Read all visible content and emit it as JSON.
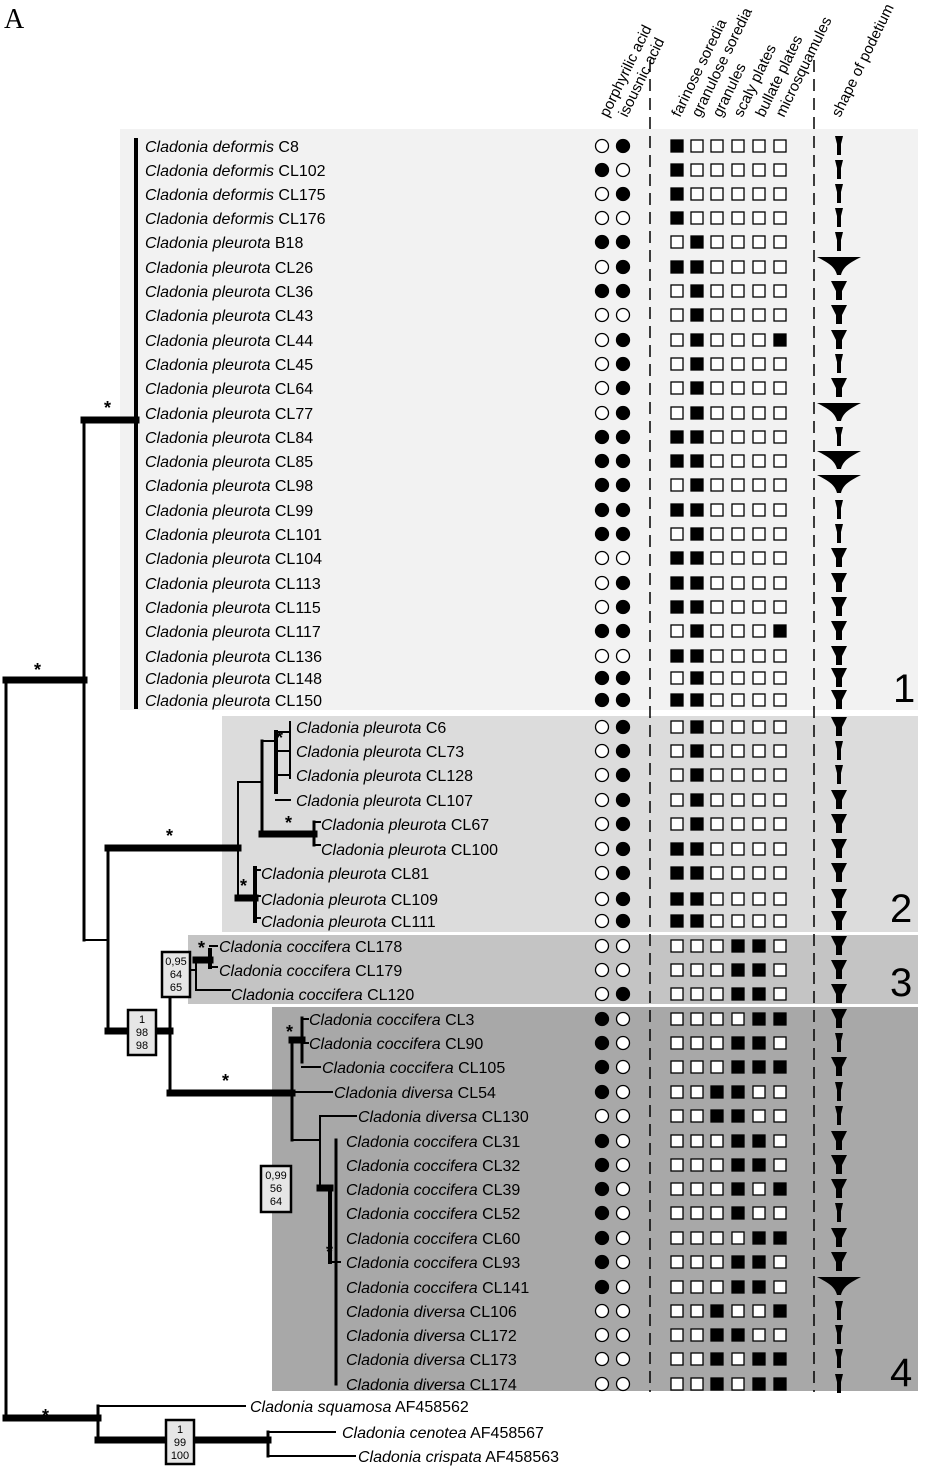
{
  "panel_label": "A",
  "trait_headers": [
    "porphyrilic acid",
    "isousnic acid",
    "farinose soredia",
    "granulose soredia",
    "granules",
    "scaly plates",
    "bullate plates",
    "microsquamules",
    "shape of podetium"
  ],
  "clade_labels": [
    "1",
    "2",
    "3",
    "4"
  ],
  "support_star": "*",
  "support_boxes": [
    {
      "lines": [
        "0,95",
        "64",
        "65"
      ]
    },
    {
      "lines": [
        "1",
        "98",
        "98"
      ]
    },
    {
      "lines": [
        "0,99",
        "56",
        "64"
      ]
    },
    {
      "lines": [
        "1",
        "99",
        "100"
      ]
    }
  ],
  "taxa": [
    {
      "genus": "Cladonia",
      "species": "deformis",
      "code": "C8",
      "acids": [
        0,
        1
      ],
      "traits": [
        1,
        0,
        0,
        0,
        0,
        0
      ],
      "shape": "narrow"
    },
    {
      "genus": "Cladonia",
      "species": "deformis",
      "code": "CL102",
      "acids": [
        1,
        0
      ],
      "traits": [
        1,
        0,
        0,
        0,
        0,
        0
      ],
      "shape": "narrow"
    },
    {
      "genus": "Cladonia",
      "species": "deformis",
      "code": "CL175",
      "acids": [
        0,
        1
      ],
      "traits": [
        1,
        0,
        0,
        0,
        0,
        0
      ],
      "shape": "narrow"
    },
    {
      "genus": "Cladonia",
      "species": "deformis",
      "code": "CL176",
      "acids": [
        0,
        0
      ],
      "traits": [
        1,
        0,
        0,
        0,
        0,
        0
      ],
      "shape": "narrow"
    },
    {
      "genus": "Cladonia",
      "species": "pleurota",
      "code": "B18",
      "acids": [
        1,
        1
      ],
      "traits": [
        0,
        1,
        0,
        0,
        0,
        0
      ],
      "shape": "narrow"
    },
    {
      "genus": "Cladonia",
      "species": "pleurota",
      "code": "CL26",
      "acids": [
        0,
        1
      ],
      "traits": [
        1,
        1,
        0,
        0,
        0,
        0
      ],
      "shape": "wide"
    },
    {
      "genus": "Cladonia",
      "species": "pleurota",
      "code": "CL36",
      "acids": [
        1,
        1
      ],
      "traits": [
        0,
        1,
        0,
        0,
        0,
        0
      ],
      "shape": "cup"
    },
    {
      "genus": "Cladonia",
      "species": "pleurota",
      "code": "CL43",
      "acids": [
        0,
        0
      ],
      "traits": [
        0,
        1,
        0,
        0,
        0,
        0
      ],
      "shape": "cup"
    },
    {
      "genus": "Cladonia",
      "species": "pleurota",
      "code": "CL44",
      "acids": [
        0,
        1
      ],
      "traits": [
        0,
        1,
        0,
        0,
        0,
        1
      ],
      "shape": "cup"
    },
    {
      "genus": "Cladonia",
      "species": "pleurota",
      "code": "CL45",
      "acids": [
        0,
        1
      ],
      "traits": [
        0,
        1,
        0,
        0,
        0,
        0
      ],
      "shape": "narrow"
    },
    {
      "genus": "Cladonia",
      "species": "pleurota",
      "code": "CL64",
      "acids": [
        0,
        1
      ],
      "traits": [
        0,
        1,
        0,
        0,
        0,
        0
      ],
      "shape": "cup"
    },
    {
      "genus": "Cladonia",
      "species": "pleurota",
      "code": "CL77",
      "acids": [
        0,
        1
      ],
      "traits": [
        0,
        1,
        0,
        0,
        0,
        0
      ],
      "shape": "wide"
    },
    {
      "genus": "Cladonia",
      "species": "pleurota",
      "code": "CL84",
      "acids": [
        1,
        1
      ],
      "traits": [
        1,
        1,
        0,
        0,
        0,
        0
      ],
      "shape": "narrow"
    },
    {
      "genus": "Cladonia",
      "species": "pleurota",
      "code": "CL85",
      "acids": [
        1,
        1
      ],
      "traits": [
        1,
        1,
        0,
        0,
        0,
        0
      ],
      "shape": "wide"
    },
    {
      "genus": "Cladonia",
      "species": "pleurota",
      "code": "CL98",
      "acids": [
        1,
        1
      ],
      "traits": [
        0,
        1,
        0,
        0,
        0,
        0
      ],
      "shape": "wide"
    },
    {
      "genus": "Cladonia",
      "species": "pleurota",
      "code": "CL99",
      "acids": [
        1,
        1
      ],
      "traits": [
        1,
        1,
        0,
        0,
        0,
        0
      ],
      "shape": "narrow"
    },
    {
      "genus": "Cladonia",
      "species": "pleurota",
      "code": "CL101",
      "acids": [
        1,
        1
      ],
      "traits": [
        0,
        1,
        0,
        0,
        0,
        0
      ],
      "shape": "narrow"
    },
    {
      "genus": "Cladonia",
      "species": "pleurota",
      "code": "CL104",
      "acids": [
        0,
        0
      ],
      "traits": [
        1,
        1,
        0,
        0,
        0,
        0
      ],
      "shape": "cup"
    },
    {
      "genus": "Cladonia",
      "species": "pleurota",
      "code": "CL113",
      "acids": [
        0,
        1
      ],
      "traits": [
        1,
        1,
        0,
        0,
        0,
        0
      ],
      "shape": "cup"
    },
    {
      "genus": "Cladonia",
      "species": "pleurota",
      "code": "CL115",
      "acids": [
        0,
        1
      ],
      "traits": [
        1,
        1,
        0,
        0,
        0,
        0
      ],
      "shape": "cup"
    },
    {
      "genus": "Cladonia",
      "species": "pleurota",
      "code": "CL117",
      "acids": [
        1,
        1
      ],
      "traits": [
        0,
        1,
        0,
        0,
        0,
        1
      ],
      "shape": "cup"
    },
    {
      "genus": "Cladonia",
      "species": "pleurota",
      "code": "CL136",
      "acids": [
        0,
        0
      ],
      "traits": [
        1,
        1,
        0,
        0,
        0,
        0
      ],
      "shape": "cup"
    },
    {
      "genus": "Cladonia",
      "species": "pleurota",
      "code": "CL148",
      "acids": [
        1,
        1
      ],
      "traits": [
        0,
        1,
        0,
        0,
        0,
        0
      ],
      "shape": "cup"
    },
    {
      "genus": "Cladonia",
      "species": "pleurota",
      "code": "CL150",
      "acids": [
        1,
        1
      ],
      "traits": [
        1,
        1,
        0,
        0,
        0,
        0
      ],
      "shape": "cup"
    },
    {
      "genus": "Cladonia",
      "species": "pleurota",
      "code": "C6",
      "acids": [
        0,
        1
      ],
      "traits": [
        0,
        1,
        0,
        0,
        0,
        0
      ],
      "shape": "cup"
    },
    {
      "genus": "Cladonia",
      "species": "pleurota",
      "code": "CL73",
      "acids": [
        0,
        1
      ],
      "traits": [
        0,
        1,
        0,
        0,
        0,
        0
      ],
      "shape": "narrow"
    },
    {
      "genus": "Cladonia",
      "species": "pleurota",
      "code": "CL128",
      "acids": [
        0,
        1
      ],
      "traits": [
        0,
        1,
        0,
        0,
        0,
        0
      ],
      "shape": "narrow"
    },
    {
      "genus": "Cladonia",
      "species": "pleurota",
      "code": "CL107",
      "acids": [
        0,
        1
      ],
      "traits": [
        0,
        1,
        0,
        0,
        0,
        0
      ],
      "shape": "cup"
    },
    {
      "genus": "Cladonia",
      "species": "pleurota",
      "code": "CL67",
      "acids": [
        0,
        1
      ],
      "traits": [
        0,
        1,
        0,
        0,
        0,
        0
      ],
      "shape": "cup"
    },
    {
      "genus": "Cladonia",
      "species": "pleurota",
      "code": "CL100",
      "acids": [
        0,
        1
      ],
      "traits": [
        1,
        1,
        0,
        0,
        0,
        0
      ],
      "shape": "cup"
    },
    {
      "genus": "Cladonia",
      "species": "pleurota",
      "code": "CL81",
      "acids": [
        0,
        1
      ],
      "traits": [
        1,
        1,
        0,
        0,
        0,
        0
      ],
      "shape": "cup"
    },
    {
      "genus": "Cladonia",
      "species": "pleurota",
      "code": "CL109",
      "acids": [
        0,
        1
      ],
      "traits": [
        1,
        1,
        0,
        0,
        0,
        0
      ],
      "shape": "cup"
    },
    {
      "genus": "Cladonia",
      "species": "pleurota",
      "code": "CL111",
      "acids": [
        0,
        1
      ],
      "traits": [
        1,
        1,
        0,
        0,
        0,
        0
      ],
      "shape": "cup"
    },
    {
      "genus": "Cladonia",
      "species": "coccifera",
      "code": "CL178",
      "acids": [
        0,
        0
      ],
      "traits": [
        0,
        0,
        0,
        1,
        1,
        0
      ],
      "shape": "cup"
    },
    {
      "genus": "Cladonia",
      "species": "coccifera",
      "code": "CL179",
      "acids": [
        0,
        0
      ],
      "traits": [
        0,
        0,
        0,
        1,
        1,
        0
      ],
      "shape": "cup"
    },
    {
      "genus": "Cladonia",
      "species": "coccifera",
      "code": "CL120",
      "acids": [
        0,
        1
      ],
      "traits": [
        0,
        0,
        0,
        1,
        1,
        0
      ],
      "shape": "cup"
    },
    {
      "genus": "Cladonia",
      "species": "coccifera",
      "code": "CL3",
      "acids": [
        1,
        0
      ],
      "traits": [
        0,
        0,
        0,
        0,
        1,
        1
      ],
      "shape": "cup"
    },
    {
      "genus": "Cladonia",
      "species": "coccifera",
      "code": "CL90",
      "acids": [
        1,
        0
      ],
      "traits": [
        0,
        0,
        0,
        1,
        1,
        0
      ],
      "shape": "narrow"
    },
    {
      "genus": "Cladonia",
      "species": "coccifera",
      "code": "CL105",
      "acids": [
        1,
        0
      ],
      "traits": [
        0,
        0,
        0,
        1,
        1,
        1
      ],
      "shape": "cup"
    },
    {
      "genus": "Cladonia",
      "species": "diversa",
      "code": "CL54",
      "acids": [
        1,
        0
      ],
      "traits": [
        0,
        0,
        1,
        1,
        0,
        0
      ],
      "shape": "narrow"
    },
    {
      "genus": "Cladonia",
      "species": "diversa",
      "code": "CL130",
      "acids": [
        0,
        0
      ],
      "traits": [
        0,
        0,
        1,
        1,
        0,
        0
      ],
      "shape": "narrow"
    },
    {
      "genus": "Cladonia",
      "species": "coccifera",
      "code": "CL31",
      "acids": [
        1,
        0
      ],
      "traits": [
        0,
        0,
        0,
        1,
        1,
        0
      ],
      "shape": "cup"
    },
    {
      "genus": "Cladonia",
      "species": "coccifera",
      "code": "CL32",
      "acids": [
        1,
        0
      ],
      "traits": [
        0,
        0,
        0,
        1,
        1,
        0
      ],
      "shape": "cup"
    },
    {
      "genus": "Cladonia",
      "species": "coccifera",
      "code": "CL39",
      "acids": [
        1,
        0
      ],
      "traits": [
        0,
        0,
        0,
        1,
        0,
        1
      ],
      "shape": "cup"
    },
    {
      "genus": "Cladonia",
      "species": "coccifera",
      "code": "CL52",
      "acids": [
        1,
        0
      ],
      "traits": [
        0,
        0,
        0,
        1,
        0,
        0
      ],
      "shape": "narrow"
    },
    {
      "genus": "Cladonia",
      "species": "coccifera",
      "code": "CL60",
      "acids": [
        1,
        0
      ],
      "traits": [
        0,
        0,
        0,
        0,
        1,
        1
      ],
      "shape": "cup"
    },
    {
      "genus": "Cladonia",
      "species": "coccifera",
      "code": "CL93",
      "acids": [
        1,
        0
      ],
      "traits": [
        0,
        0,
        0,
        1,
        1,
        0
      ],
      "shape": "cup"
    },
    {
      "genus": "Cladonia",
      "species": "coccifera",
      "code": "CL141",
      "acids": [
        1,
        0
      ],
      "traits": [
        0,
        0,
        0,
        1,
        1,
        0
      ],
      "shape": "wide"
    },
    {
      "genus": "Cladonia",
      "species": "diversa",
      "code": "CL106",
      "acids": [
        0,
        0
      ],
      "traits": [
        0,
        0,
        1,
        0,
        0,
        1
      ],
      "shape": "narrow"
    },
    {
      "genus": "Cladonia",
      "species": "diversa",
      "code": "CL172",
      "acids": [
        0,
        0
      ],
      "traits": [
        0,
        0,
        1,
        1,
        0,
        0
      ],
      "shape": "narrow"
    },
    {
      "genus": "Cladonia",
      "species": "diversa",
      "code": "CL173",
      "acids": [
        0,
        0
      ],
      "traits": [
        0,
        0,
        1,
        0,
        1,
        1
      ],
      "shape": "narrow"
    },
    {
      "genus": "Cladonia",
      "species": "diversa",
      "code": "CL174",
      "acids": [
        0,
        0
      ],
      "traits": [
        0,
        0,
        1,
        0,
        1,
        1
      ],
      "shape": "narrow"
    }
  ],
  "outgroup": [
    {
      "genus": "Cladonia",
      "species": "squamosa",
      "code": "AF458562"
    },
    {
      "genus": "Cladonia",
      "species": "cenotea",
      "code": "AF458567"
    },
    {
      "genus": "Cladonia",
      "species": "crispata",
      "code": "AF458563"
    }
  ],
  "colors": {
    "clade1": "#f2f2f2",
    "clade2": "#dcdcdc",
    "clade3": "#c4c4c4",
    "clade4": "#a8a8a8",
    "ink": "#000000"
  }
}
